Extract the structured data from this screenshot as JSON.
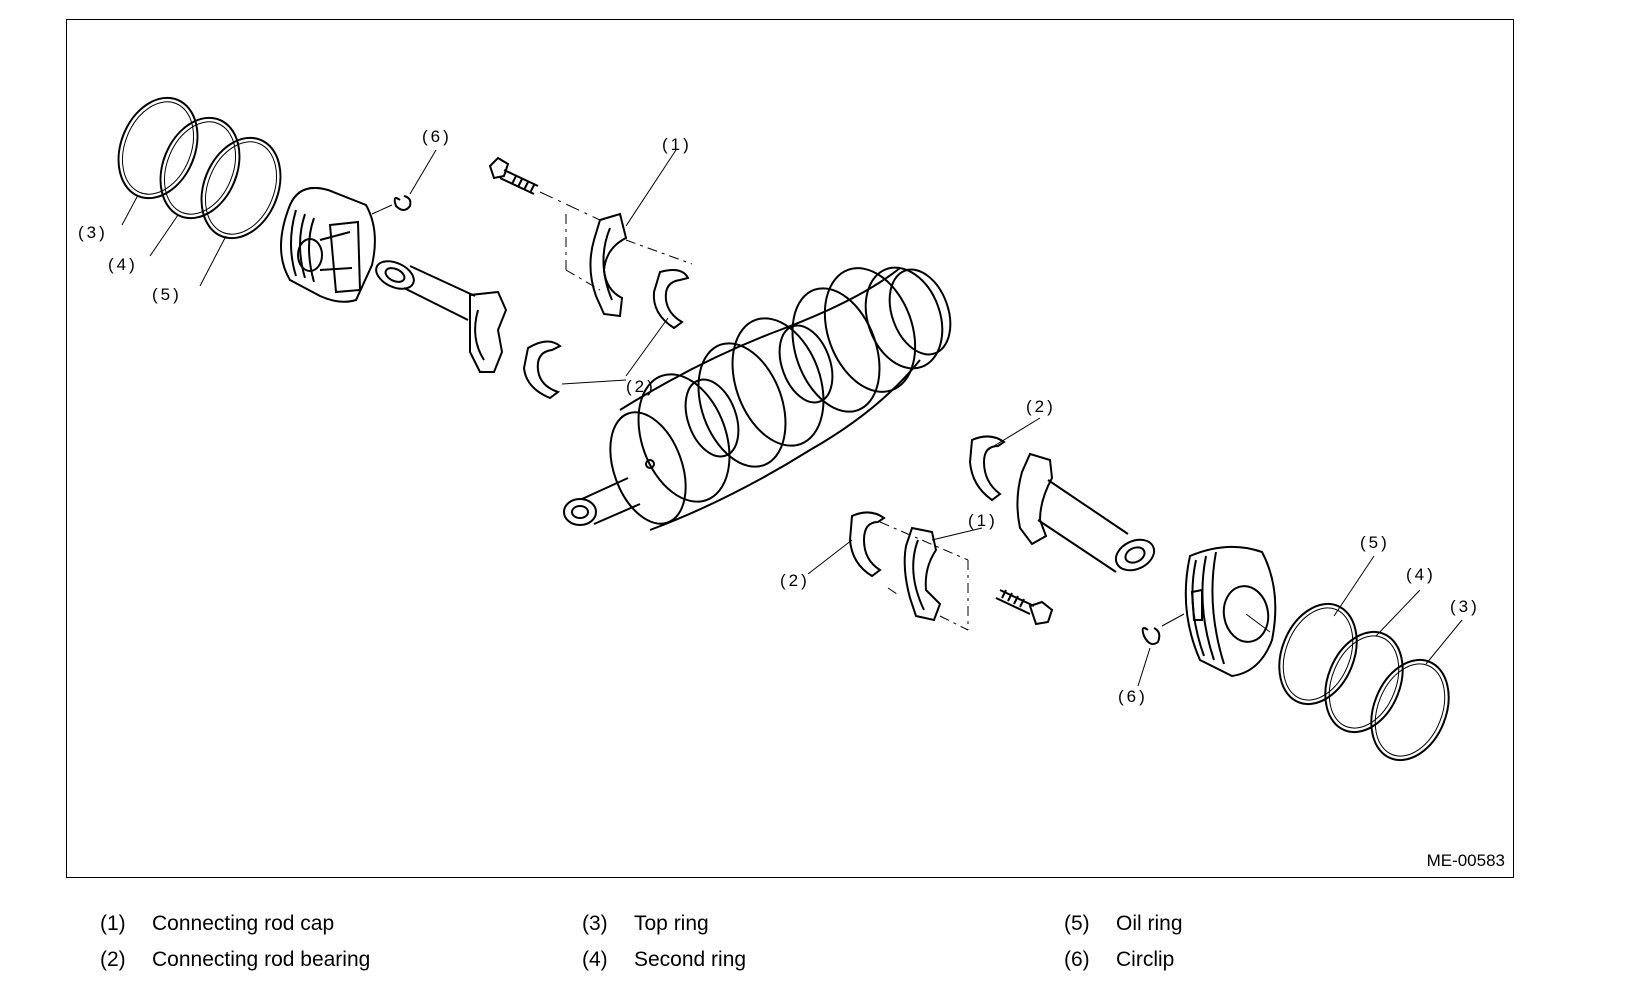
{
  "diagram": {
    "id": "ME-00583",
    "callouts": {
      "c1": "(1)",
      "c2": "(2)",
      "c3": "(3)",
      "c4": "(4)",
      "c5": "(5)",
      "c6": "(6)"
    }
  },
  "legend": [
    {
      "num": "(1)",
      "label": "Connecting rod cap"
    },
    {
      "num": "(2)",
      "label": "Connecting rod bearing"
    },
    {
      "num": "(3)",
      "label": "Top ring"
    },
    {
      "num": "(4)",
      "label": "Second ring"
    },
    {
      "num": "(5)",
      "label": "Oil ring"
    },
    {
      "num": "(6)",
      "label": "Circlip"
    }
  ]
}
